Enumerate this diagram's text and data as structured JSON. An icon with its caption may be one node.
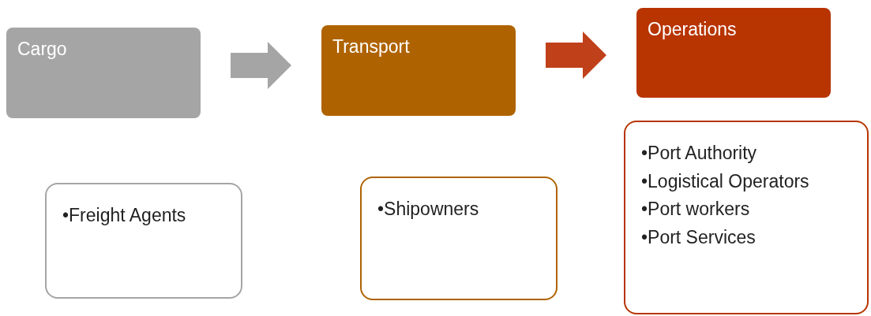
{
  "diagram": {
    "nodes": [
      {
        "text": [
          "Cargo"
        ]
      },
      {
        "text": [
          "Transport"
        ]
      },
      {
        "text": [
          "Operations"
        ]
      },
      {
        "text": [
          "•Freight Agents"
        ]
      },
      {
        "text": [
          "•Shipowners"
        ]
      },
      {
        "text": [
          "•Port Authority",
          "•Logistical Operators",
          "•Port workers",
          "•Port Services"
        ]
      }
    ],
    "edges": [
      {
        "from": 0,
        "to": 1,
        "arrow": "to",
        "style": "thick",
        "color": "#a5a5a5"
      },
      {
        "from": 1,
        "to": 2,
        "arrow": "to",
        "style": "thick",
        "color": "#c0401a"
      }
    ]
  }
}
